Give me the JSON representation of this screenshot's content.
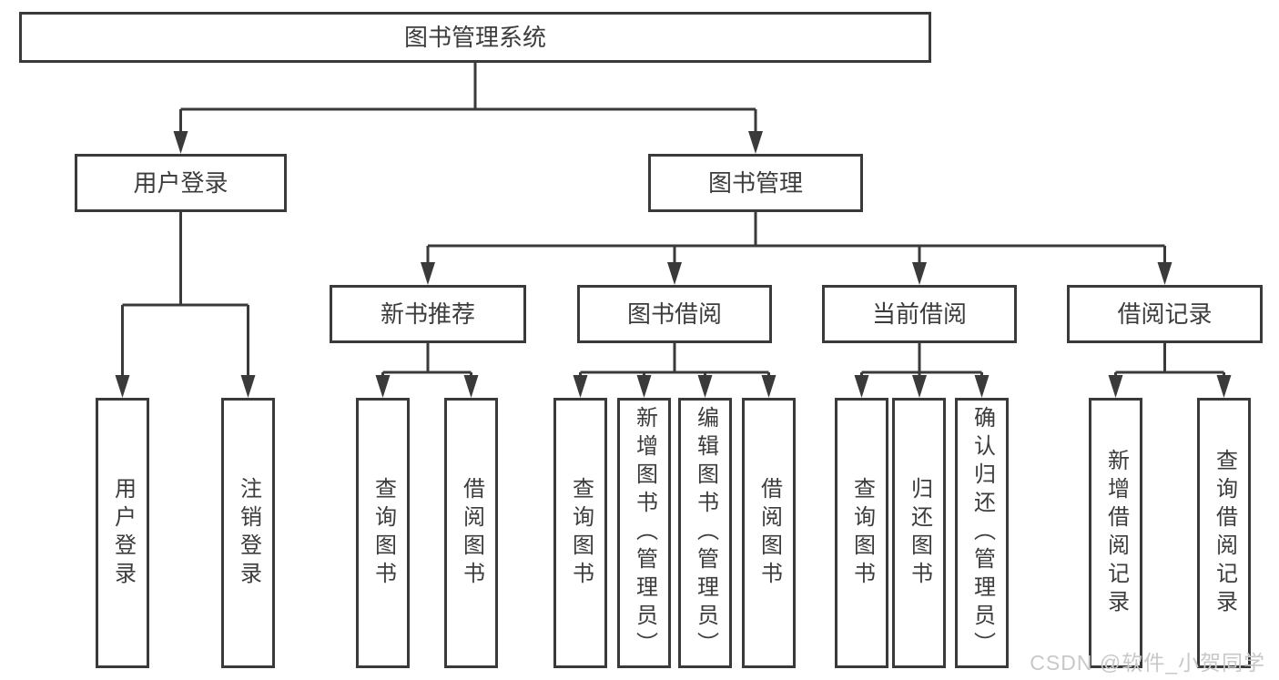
{
  "tree": {
    "root": {
      "label": "图书管理系统"
    },
    "level2": [
      {
        "label": "用户登录"
      },
      {
        "label": "图书管理"
      }
    ],
    "level3": [
      {
        "parent": "图书管理",
        "label": "新书推荐"
      },
      {
        "parent": "图书管理",
        "label": "图书借阅"
      },
      {
        "parent": "图书管理",
        "label": "当前借阅"
      },
      {
        "parent": "图书管理",
        "label": "借阅记录"
      }
    ],
    "leaves": [
      {
        "parent": "用户登录",
        "label": "用户登录"
      },
      {
        "parent": "用户登录",
        "label": "注销登录"
      },
      {
        "parent": "新书推荐",
        "label": "查询图书"
      },
      {
        "parent": "新书推荐",
        "label": "借阅图书"
      },
      {
        "parent": "图书借阅",
        "label": "查询图书"
      },
      {
        "parent": "图书借阅",
        "label": "新增图书（管理员）"
      },
      {
        "parent": "图书借阅",
        "label": "编辑图书（管理员）"
      },
      {
        "parent": "图书借阅",
        "label": "借阅图书"
      },
      {
        "parent": "当前借阅",
        "label": "查询图书"
      },
      {
        "parent": "当前借阅",
        "label": "归还图书"
      },
      {
        "parent": "当前借阅",
        "label": "确认归还（管理员）"
      },
      {
        "parent": "借阅记录",
        "label": "新增借阅记录"
      },
      {
        "parent": "借阅记录",
        "label": "查询借阅记录"
      }
    ]
  },
  "watermark": "CSDN @软件_小贺同学",
  "colors": {
    "line": "#3a3a3a",
    "text": "#3c3c3c",
    "background": "#ffffff",
    "watermark": "#c8c8c8"
  }
}
